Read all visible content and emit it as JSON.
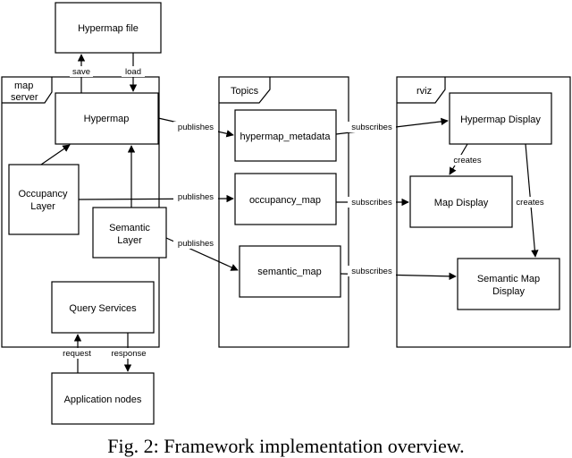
{
  "containers": {
    "map_server": [
      "map",
      "server"
    ],
    "topics": "Topics",
    "rviz": "rviz"
  },
  "nodes": {
    "hypermap_file": "Hypermap file",
    "hypermap": "Hypermap",
    "occupancy_layer": [
      "Occupancy",
      "Layer"
    ],
    "semantic_layer": [
      "Semantic",
      "Layer"
    ],
    "query_services": "Query Services",
    "application_nodes": "Application nodes",
    "hypermap_metadata": "hypermap_metadata",
    "occupancy_map": "occupancy_map",
    "semantic_map": "semantic_map",
    "hypermap_display": "Hypermap Display",
    "map_display": "Map Display",
    "semantic_map_display": [
      "Semantic Map",
      "Display"
    ]
  },
  "edges": {
    "save": "save",
    "load": "load",
    "publishes_1": "publishes",
    "publishes_2": "publishes",
    "publishes_3": "publishes",
    "subscribes_1": "subscribes",
    "subscribes_2": "subscribes",
    "subscribes_3": "subscribes",
    "creates_1": "creates",
    "creates_2": "creates",
    "request": "request",
    "response": "response"
  },
  "caption": "Fig. 2: Framework implementation overview."
}
